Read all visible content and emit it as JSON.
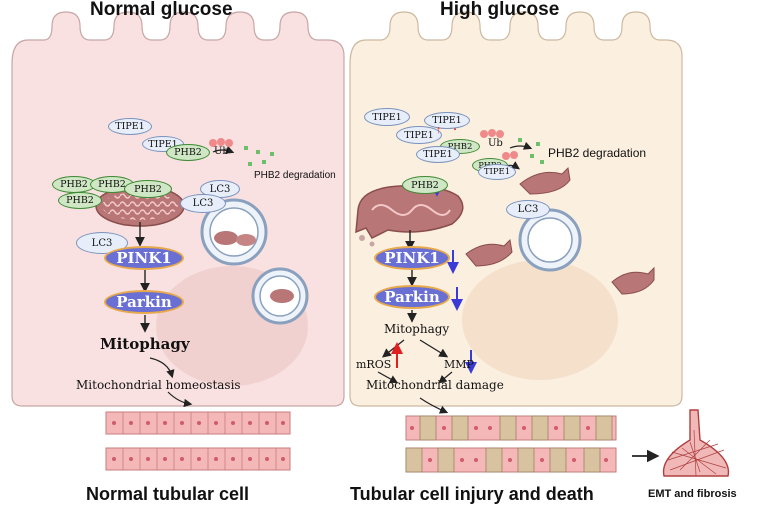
{
  "headers": {
    "left_title": "Normal glucose",
    "right_title": "High glucose",
    "left_footer": "Normal tubular cell",
    "right_footer": "Tubular cell injury and death",
    "emt_label": "EMT and fibrosis"
  },
  "left": {
    "tipe1_a": "TIPE1",
    "tipe1_b": "TIPE1",
    "phb2_bound": "PHB2",
    "ub": "Ub",
    "phb2_degradation": "PHB2 degradation",
    "phb2_mito": [
      "PHB2",
      "PHB2",
      "PHB2",
      "PHB2"
    ],
    "lc3_a": "LC3",
    "lc3_b": "LC3",
    "lc3_c": "LC3",
    "pink1": "PINK1",
    "parkin": "Parkin",
    "mitophagy": "Mitophagy",
    "homeostasis": "Mitochondrial homeostasis"
  },
  "right": {
    "tipe1_a": "TIPE1",
    "tipe1_b": "TIPE1",
    "tipe1_up": "TIPE1",
    "tipe1_c": "TIPE1",
    "tipe1_d": "TIPE1",
    "phb2_a": "PHB2",
    "phb2_b": "PHB2",
    "phb2_mito": "PHB2",
    "ub": "Ub",
    "phb2_degradation": "PHB2 degradation",
    "lc3": "LC3",
    "pink1": "PINK1",
    "parkin": "Parkin",
    "mitophagy": "Mitophagy",
    "mros": "mROS",
    "mmp": "MMP",
    "damage": "Mitochondrial damage"
  },
  "colors": {
    "cell_left": "#f8e1e0",
    "cell_right": "#fbefe0",
    "enzyme": "#6a6fd3",
    "up_arrow": "#e02020",
    "down_arrow": "#3a3ad6"
  }
}
